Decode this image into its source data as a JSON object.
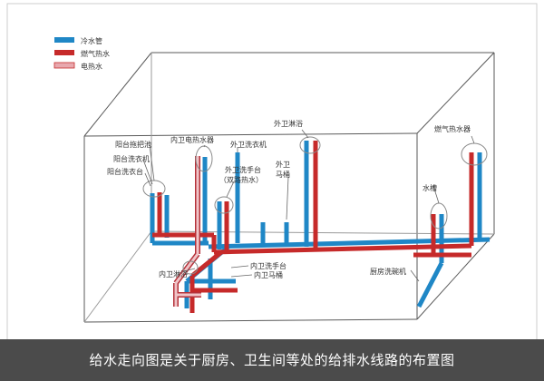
{
  "legend": [
    {
      "label": "冷水管",
      "color": "#1f87c6"
    },
    {
      "label": "燃气热水",
      "color": "#c62a2a"
    },
    {
      "label": "电热水",
      "color": "#e8a8ae"
    }
  ],
  "labels": {
    "balcony_mop_pool": "阳台拖把池",
    "balcony_washer": "阳台洗衣机",
    "balcony_wash_basin": "阳台洗衣台",
    "inner_electric_heater": "内卫电热水器",
    "outer_washer": "外卫洗衣机",
    "outer_basin": "外卫洗手台",
    "outer_basin_sub": "（双路热水）",
    "outer_shower": "外卫淋浴",
    "outer_toilet": "外卫",
    "outer_toilet_sub": "马桶",
    "inner_shower": "内卫淋浴",
    "inner_basin": "内卫洗手台",
    "inner_toilet": "内卫马桶",
    "gas_heater": "燃气热水器",
    "sink": "水槽",
    "kitchen_dishwasher": "厨房洗碗机"
  },
  "caption": "给水走向图是关于厨房、卫生间等处的给排水线路的布置图",
  "colors": {
    "cold": "#1f87c6",
    "gas_hot": "#c62a2a",
    "electric_hot": "#e8a8ae",
    "caption_bg": "#4b4b4b"
  }
}
